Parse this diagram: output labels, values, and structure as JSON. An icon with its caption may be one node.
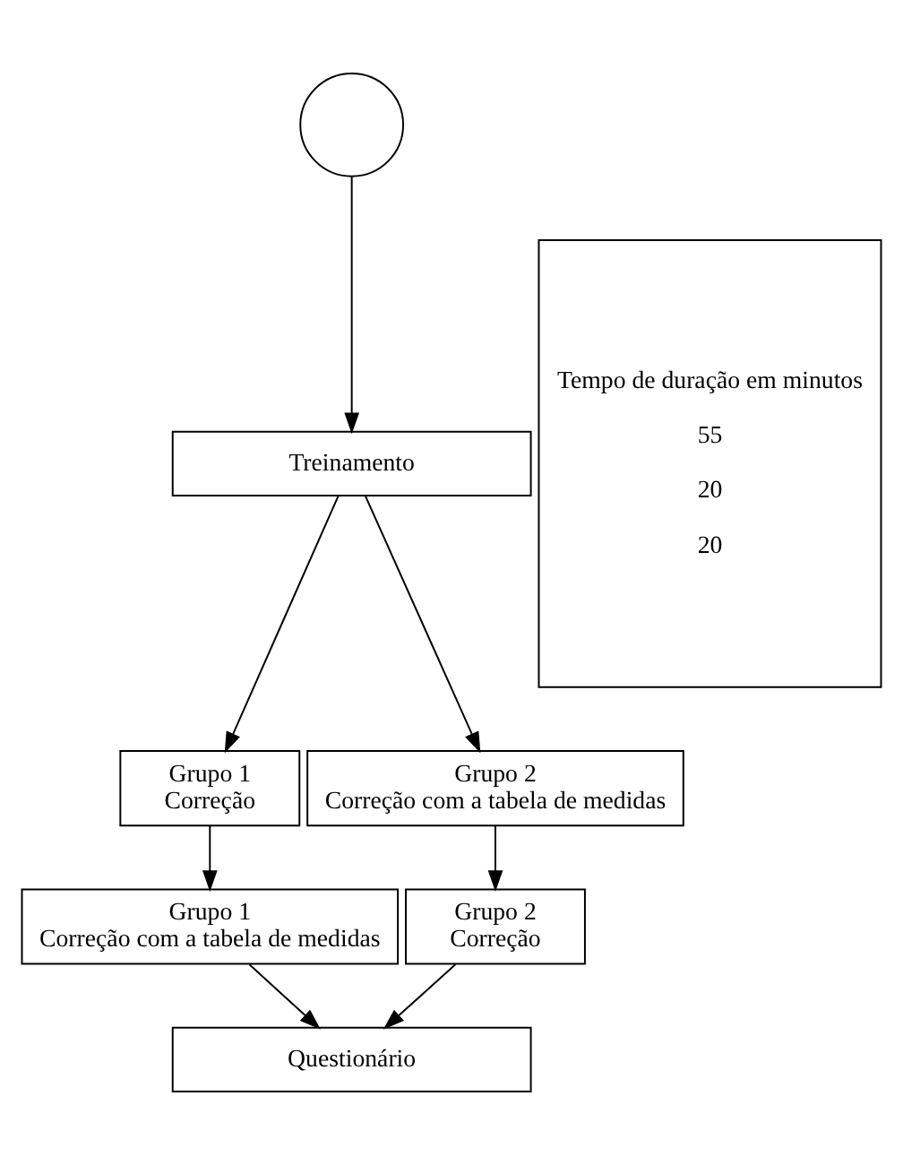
{
  "diagram": {
    "nodes": [
      {
        "text": [],
        "shape": "circle"
      },
      {
        "text": [
          "Treinamento"
        ]
      },
      {
        "text": [
          "Grupo 1",
          "Correção"
        ]
      },
      {
        "text": [
          "Grupo 2",
          "Correção com a tabela de medidas"
        ]
      },
      {
        "text": [
          "Grupo 1",
          "Correção com a tabela de medidas"
        ]
      },
      {
        "text": [
          "Grupo 2",
          "Correção"
        ]
      },
      {
        "text": [
          "Questionário"
        ]
      },
      {
        "text": [
          "Tempo de duração em minutos",
          "55",
          "20",
          "20"
        ]
      }
    ],
    "edges": [
      {
        "from": 0,
        "to": 1,
        "arrow": "to"
      },
      {
        "from": 1,
        "to": 2,
        "arrow": "to"
      },
      {
        "from": 1,
        "to": 3,
        "arrow": "to"
      },
      {
        "from": 2,
        "to": 4,
        "arrow": "to"
      },
      {
        "from": 3,
        "to": 5,
        "arrow": "to"
      },
      {
        "from": 4,
        "to": 6,
        "arrow": "to"
      },
      {
        "from": 5,
        "to": 6,
        "arrow": "to"
      }
    ]
  }
}
